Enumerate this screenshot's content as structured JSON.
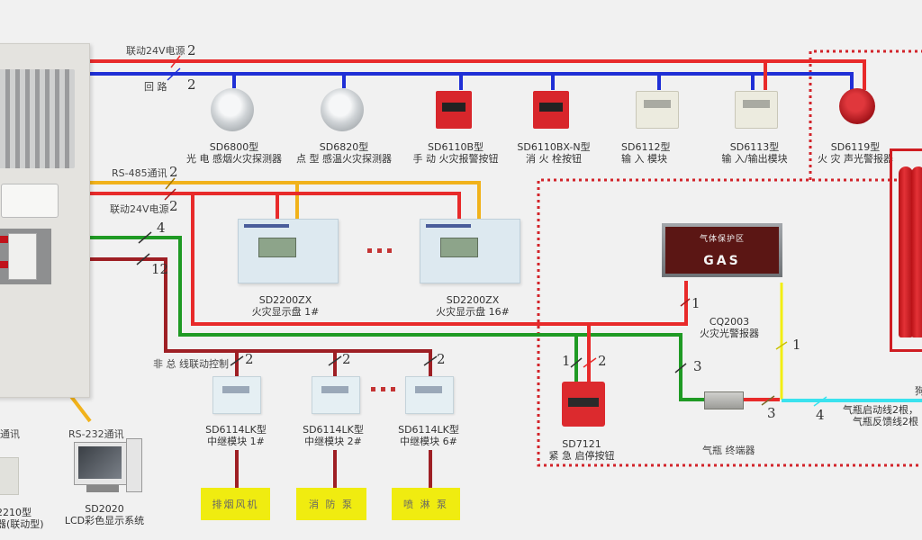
{
  "title": "Fire alarm linkage system wiring diagram",
  "colors": {
    "power_24v": "#e82a2a",
    "loop_bus": "#1f2fd6",
    "rs485": "#f1b21b",
    "green_bus": "#1f9a24",
    "control_bus": "#9e1f24",
    "gas_yellow": "#f2ee13",
    "gas_cyan": "#3ae2ee",
    "zone_border": "#d2242a"
  },
  "wire_labels": {
    "top_power": "联动24V电源",
    "top_power_count": "2",
    "top_loop": "回 路",
    "top_loop_count": "2",
    "rs485": "RS-485通讯",
    "rs485_count": "2",
    "mid_power": "联动24V电源",
    "mid_power_count": "2",
    "green_count": "4",
    "control_count": "12",
    "non_bus": "非 总 线联动控制",
    "rs232": "RS-232通讯",
    "left_comm": "通讯"
  },
  "detectors": [
    {
      "model": "SD6800型",
      "desc": "光 电 感烟火灾探测器",
      "icon": "smoke-detector"
    },
    {
      "model": "SD6820型",
      "desc": "点 型 感温火灾探测器",
      "icon": "heat-detector"
    },
    {
      "model": "SD6110B型",
      "desc": "手 动 火灾报警按钮",
      "icon": "manual-call-point"
    },
    {
      "model": "SD6110BX-N型",
      "desc": "消 火 栓按钮",
      "icon": "hydrant-button"
    },
    {
      "model": "SD6112型",
      "desc": "输 入 模块",
      "icon": "input-module"
    },
    {
      "model": "SD6113型",
      "desc": "输 入/输出模块",
      "icon": "io-module"
    },
    {
      "model": "SD6119型",
      "desc": "火 灾 声光警报器",
      "icon": "sounder-strobe"
    }
  ],
  "displays": [
    {
      "model": "SD2200ZX",
      "desc": "火灾显示盘 1#"
    },
    {
      "model": "SD2200ZX",
      "desc": "火灾显示盘 16#"
    }
  ],
  "relays": [
    {
      "model": "SD6114LK型",
      "desc": "中继模块 1#",
      "count": "2",
      "load": "排烟风机"
    },
    {
      "model": "SD6114LK型",
      "desc": "中继模块 2#",
      "count": "2",
      "load": "消 防 泵"
    },
    {
      "model": "SD6114LK型",
      "desc": "中继模块 6#",
      "count": "2",
      "load": "喷 淋 泵"
    }
  ],
  "gas_zone": {
    "alarm_sign_top": "气体保护区",
    "alarm_sign_bottom": "GAS",
    "alarm_model": "CQ2003",
    "alarm_desc": "火灾光警报器",
    "alarm_count": "1",
    "estop_model": "SD7121",
    "estop_desc": "紧 急 启停按钮",
    "estop_count_green": "1",
    "estop_count_red": "2",
    "terminal_desc": "气瓶 终端器",
    "green_count": "3",
    "red_count": "3",
    "yellow_count": "1",
    "cyan_count": "4",
    "cyan_desc_1": "气瓶启动线2根，",
    "cyan_desc_2": "气瓶反馈线2根",
    "cut_label": "狗"
  },
  "pc": {
    "model": "SD2020",
    "desc": "LCD彩色显示系统"
  },
  "left_panel": {
    "model": "2210型",
    "desc": "器(联动型)"
  },
  "ellipsis": "..."
}
